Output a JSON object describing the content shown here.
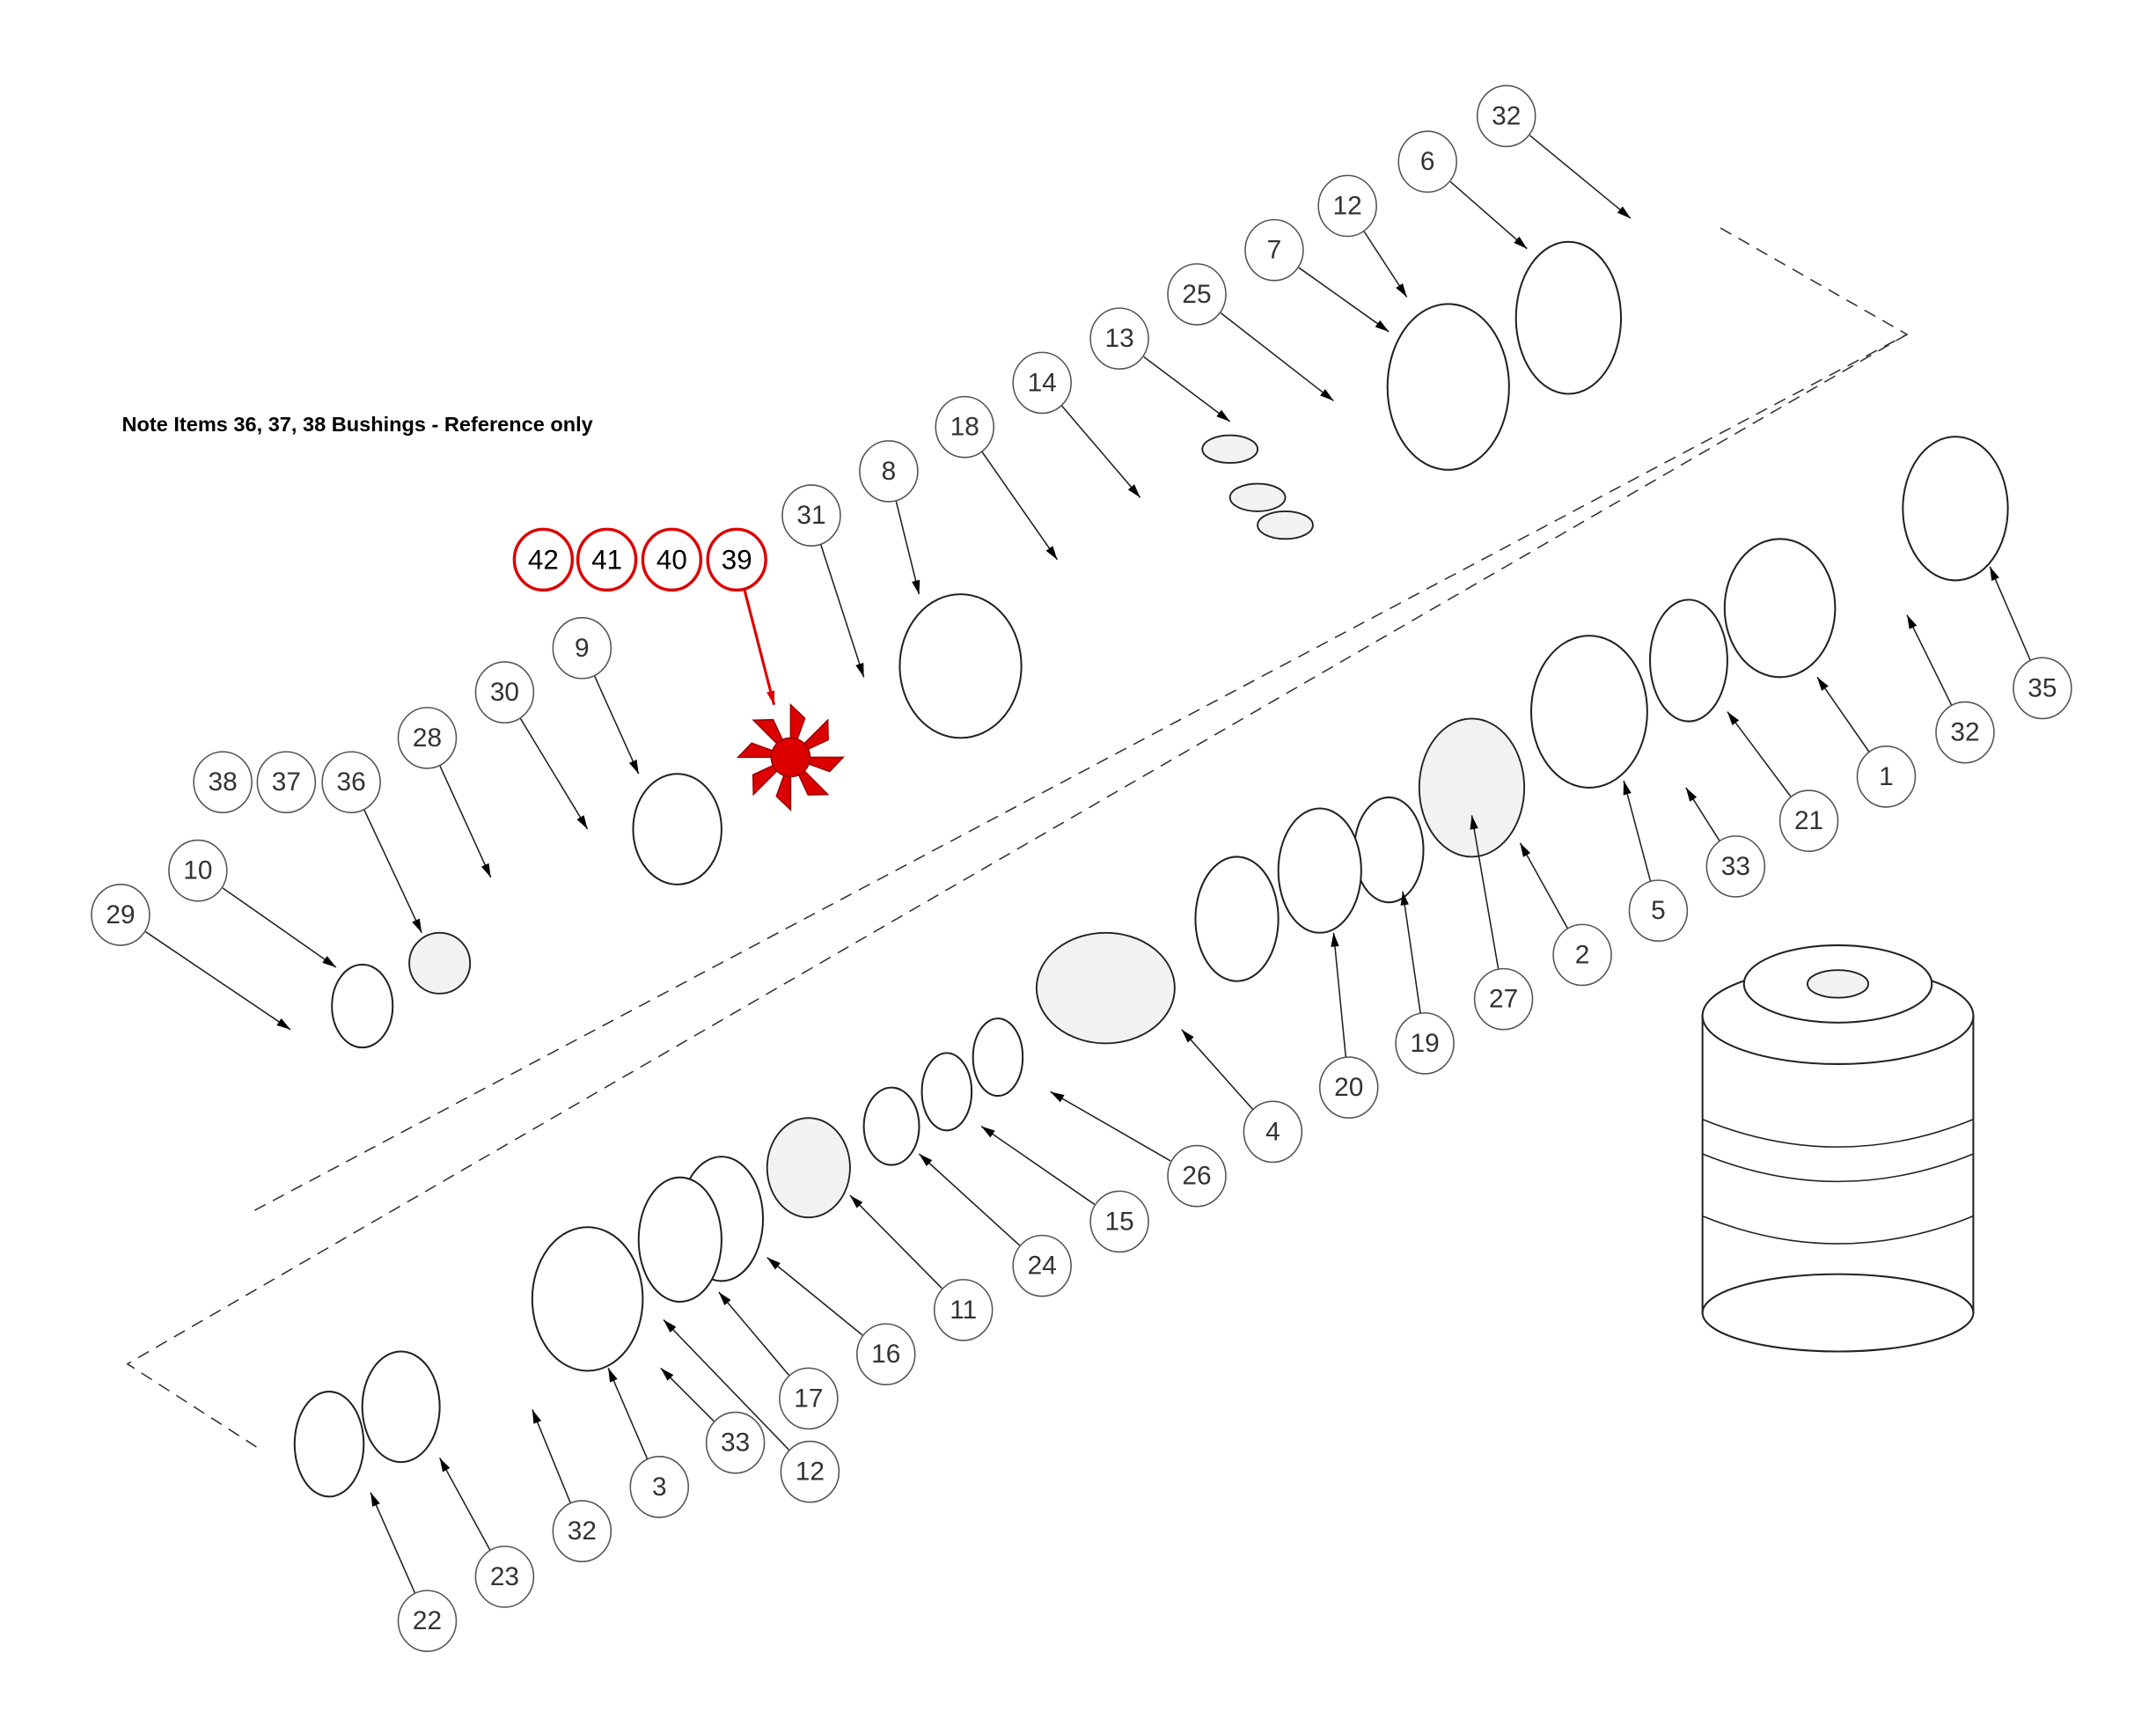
{
  "title_note": "Note Items 36, 37, 38 Bushings - Reference only",
  "highlight_color": "#dd0000",
  "callouts": [
    {
      "label": "32",
      "highlight": false
    },
    {
      "label": "6",
      "highlight": false
    },
    {
      "label": "12",
      "highlight": false
    },
    {
      "label": "7",
      "highlight": false
    },
    {
      "label": "25",
      "highlight": false
    },
    {
      "label": "13",
      "highlight": false
    },
    {
      "label": "14",
      "highlight": false
    },
    {
      "label": "18",
      "highlight": false
    },
    {
      "label": "8",
      "highlight": false
    },
    {
      "label": "31",
      "highlight": false
    },
    {
      "label": "42",
      "highlight": true
    },
    {
      "label": "41",
      "highlight": true
    },
    {
      "label": "40",
      "highlight": true
    },
    {
      "label": "39",
      "highlight": true
    },
    {
      "label": "9",
      "highlight": false
    },
    {
      "label": "30",
      "highlight": false
    },
    {
      "label": "28",
      "highlight": false
    },
    {
      "label": "38",
      "highlight": false
    },
    {
      "label": "37",
      "highlight": false
    },
    {
      "label": "36",
      "highlight": false
    },
    {
      "label": "10",
      "highlight": false
    },
    {
      "label": "29",
      "highlight": false
    },
    {
      "label": "35",
      "highlight": false
    },
    {
      "label": "32",
      "highlight": false
    },
    {
      "label": "1",
      "highlight": false
    },
    {
      "label": "21",
      "highlight": false
    },
    {
      "label": "33",
      "highlight": false
    },
    {
      "label": "5",
      "highlight": false
    },
    {
      "label": "2",
      "highlight": false
    },
    {
      "label": "27",
      "highlight": false
    },
    {
      "label": "19",
      "highlight": false
    },
    {
      "label": "20",
      "highlight": false
    },
    {
      "label": "4",
      "highlight": false
    },
    {
      "label": "26",
      "highlight": false
    },
    {
      "label": "15",
      "highlight": false
    },
    {
      "label": "24",
      "highlight": false
    },
    {
      "label": "11",
      "highlight": false
    },
    {
      "label": "16",
      "highlight": false
    },
    {
      "label": "17",
      "highlight": false
    },
    {
      "label": "12",
      "highlight": false
    },
    {
      "label": "33",
      "highlight": false
    },
    {
      "label": "3",
      "highlight": false
    },
    {
      "label": "32",
      "highlight": false
    },
    {
      "label": "23",
      "highlight": false
    },
    {
      "label": "22",
      "highlight": false
    }
  ]
}
